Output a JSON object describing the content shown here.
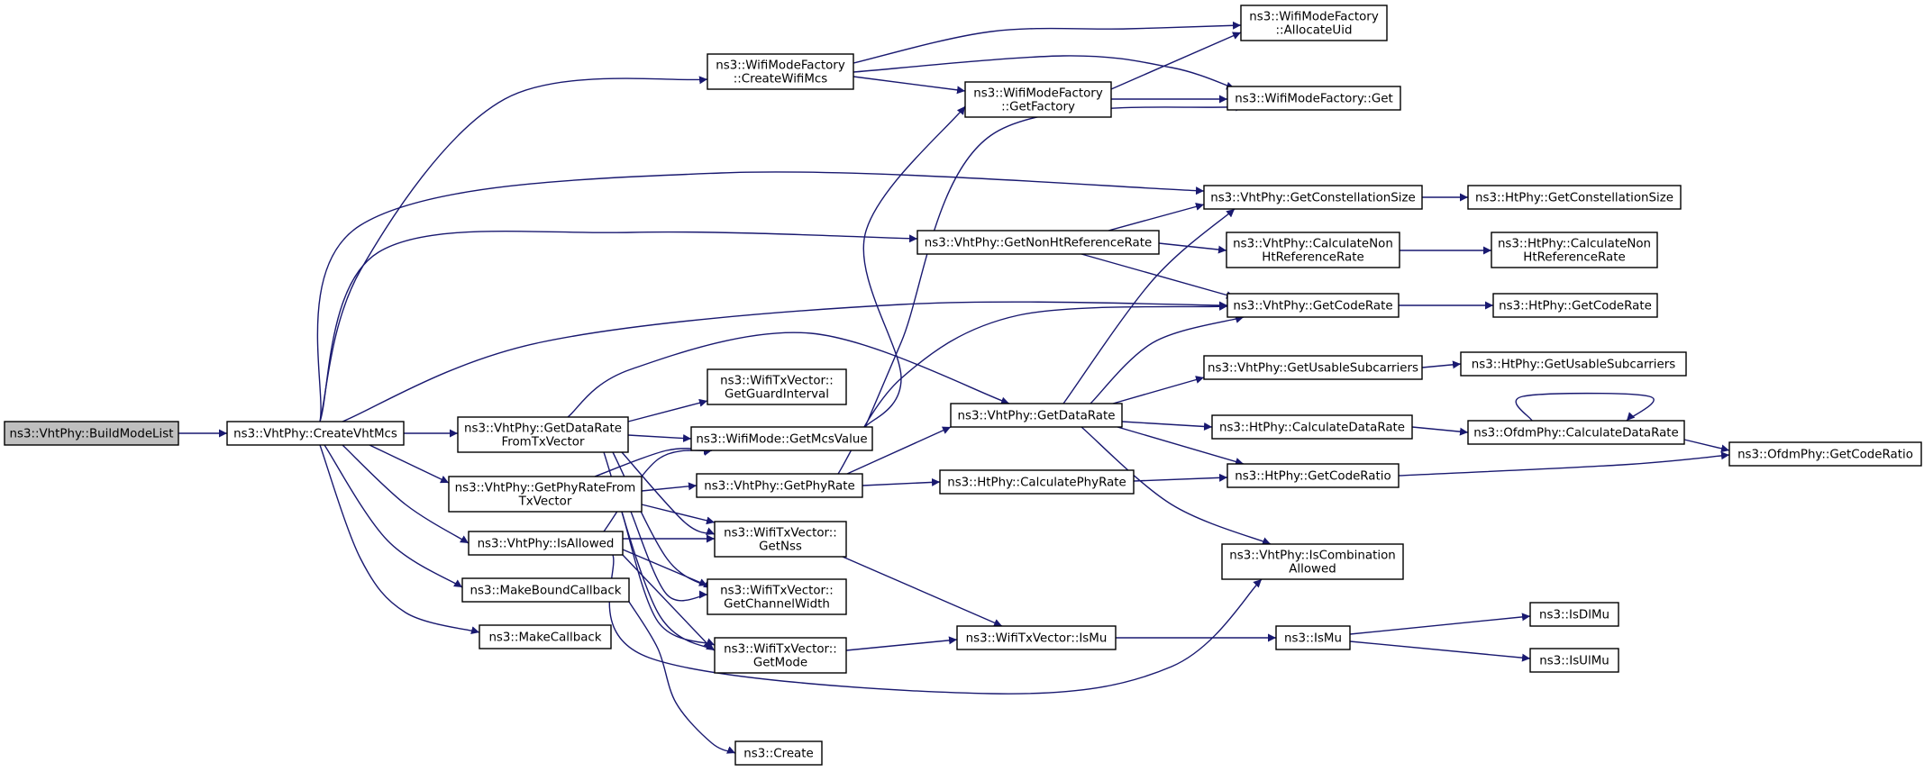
{
  "colors": {
    "edge": "#191970",
    "root_fill": "#bfbfbf",
    "node_fill": "#ffffff",
    "border": "#000000"
  },
  "nodes": {
    "build": {
      "lines": [
        "ns3::VhtPhy::BuildModeList"
      ]
    },
    "createVhtMcs": {
      "lines": [
        "ns3::VhtPhy::CreateVhtMcs"
      ]
    },
    "createWifiMcs": {
      "lines": [
        "ns3::WifiModeFactory",
        "::CreateWifiMcs"
      ]
    },
    "allocateUid": {
      "lines": [
        "ns3::WifiModeFactory",
        "::AllocateUid"
      ]
    },
    "getFactory": {
      "lines": [
        "ns3::WifiModeFactory",
        "::GetFactory"
      ]
    },
    "factoryGet": {
      "lines": [
        "ns3::WifiModeFactory::Get"
      ]
    },
    "vhtConstSize": {
      "lines": [
        "ns3::VhtPhy::GetConstellationSize"
      ]
    },
    "htConstSize": {
      "lines": [
        "ns3::HtPhy::GetConstellationSize"
      ]
    },
    "vhtNonHtRef": {
      "lines": [
        "ns3::VhtPhy::GetNonHtReferenceRate"
      ]
    },
    "vhtCalcNonHt": {
      "lines": [
        "ns3::VhtPhy::CalculateNon",
        "HtReferenceRate"
      ]
    },
    "htCalcNonHt": {
      "lines": [
        "ns3::HtPhy::CalculateNon",
        "HtReferenceRate"
      ]
    },
    "vhtCodeRate": {
      "lines": [
        "ns3::VhtPhy::GetCodeRate"
      ]
    },
    "htCodeRate": {
      "lines": [
        "ns3::HtPhy::GetCodeRate"
      ]
    },
    "vhtUsable": {
      "lines": [
        "ns3::VhtPhy::GetUsableSubcarriers"
      ]
    },
    "htUsable": {
      "lines": [
        "ns3::HtPhy::GetUsableSubcarriers"
      ]
    },
    "guardInterval": {
      "lines": [
        "ns3::WifiTxVector::",
        "GetGuardInterval"
      ]
    },
    "getDataRateFromTx": {
      "lines": [
        "ns3::VhtPhy::GetDataRate",
        "FromTxVector"
      ]
    },
    "getMcsValue": {
      "lines": [
        "ns3::WifiMode::GetMcsValue"
      ]
    },
    "vhtGetDataRate": {
      "lines": [
        "ns3::VhtPhy::GetDataRate"
      ]
    },
    "htCalcDataRate": {
      "lines": [
        "ns3::HtPhy::CalculateDataRate"
      ]
    },
    "ofdmCalcDataRate": {
      "lines": [
        "ns3::OfdmPhy::CalculateDataRate"
      ]
    },
    "ofdmCodeRatio": {
      "lines": [
        "ns3::OfdmPhy::GetCodeRatio"
      ]
    },
    "getPhyRateFromTx": {
      "lines": [
        "ns3::VhtPhy::GetPhyRateFrom",
        "TxVector"
      ]
    },
    "vhtGetPhyRate": {
      "lines": [
        "ns3::VhtPhy::GetPhyRate"
      ]
    },
    "htCalcPhyRate": {
      "lines": [
        "ns3::HtPhy::CalculatePhyRate"
      ]
    },
    "htCodeRatio": {
      "lines": [
        "ns3::HtPhy::GetCodeRatio"
      ]
    },
    "isAllowed": {
      "lines": [
        "ns3::VhtPhy::IsAllowed"
      ]
    },
    "getNss": {
      "lines": [
        "ns3::WifiTxVector::",
        "GetNss"
      ]
    },
    "isCombination": {
      "lines": [
        "ns3::VhtPhy::IsCombination",
        "Allowed"
      ]
    },
    "makeBound": {
      "lines": [
        "ns3::MakeBoundCallback"
      ]
    },
    "channelWidth": {
      "lines": [
        "ns3::WifiTxVector::",
        "GetChannelWidth"
      ]
    },
    "makeCallback": {
      "lines": [
        "ns3::MakeCallback"
      ]
    },
    "getMode": {
      "lines": [
        "ns3::WifiTxVector::",
        "GetMode"
      ]
    },
    "txIsMu": {
      "lines": [
        "ns3::WifiTxVector::IsMu"
      ]
    },
    "isMu": {
      "lines": [
        "ns3::IsMu"
      ]
    },
    "isDlMu": {
      "lines": [
        "ns3::IsDlMu"
      ]
    },
    "isUlMu": {
      "lines": [
        "ns3::IsUlMu"
      ]
    },
    "create": {
      "lines": [
        "ns3::Create"
      ]
    }
  }
}
